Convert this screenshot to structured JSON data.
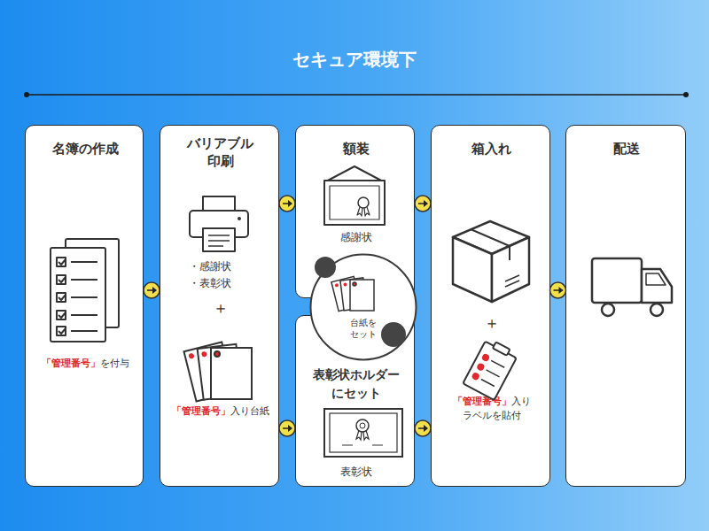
{
  "diagram": {
    "title": "セキュア環境下",
    "nodes": [
      {
        "text": [
          "名簿の作成",
          "「管理番号」",
          "を付与"
        ]
      },
      {
        "text": [
          "バリアブル 印刷",
          "・感謝状",
          "・表彰状",
          "＋",
          "「管理番号」",
          "入り台紙"
        ]
      },
      {
        "text": [
          "額装",
          "感謝状"
        ]
      },
      {
        "text": [
          "台紙を セット"
        ]
      },
      {
        "text": [
          "表彰状ホルダー にセット",
          "表彰状"
        ]
      },
      {
        "text": [
          "箱入れ",
          "＋",
          "「管理番号」",
          "入り ラベルを貼付"
        ]
      },
      {
        "text": [
          "配送"
        ]
      }
    ],
    "edges": [
      {
        "from": 0,
        "to": 1,
        "arrow": "to"
      },
      {
        "from": 1,
        "to": 2,
        "arrow": "to"
      },
      {
        "from": 1,
        "to": 4,
        "arrow": "to"
      },
      {
        "from": 2,
        "to": 5,
        "arrow": "to"
      },
      {
        "from": 4,
        "to": 5,
        "arrow": "to"
      },
      {
        "from": 5,
        "to": 6,
        "arrow": "to"
      }
    ]
  }
}
